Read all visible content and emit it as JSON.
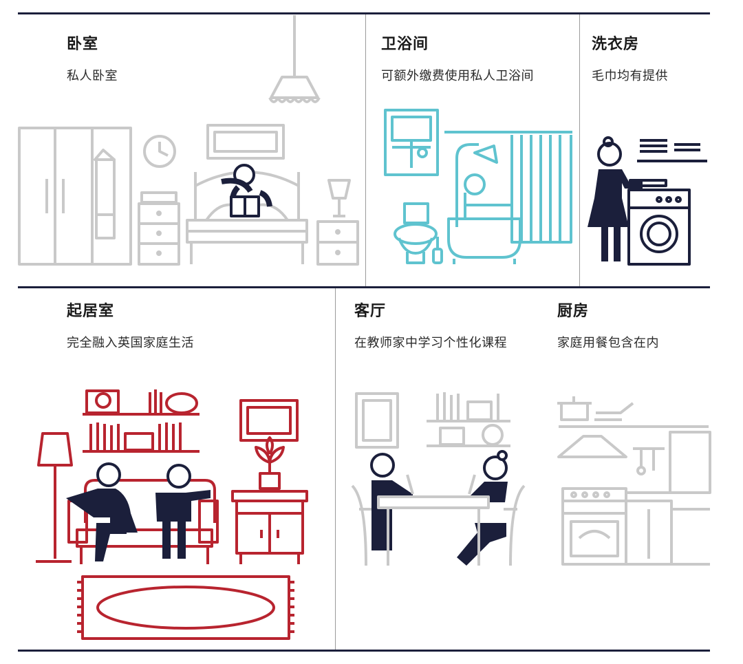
{
  "rooms": {
    "bedroom": {
      "title": "卧室",
      "desc": "私人卧室"
    },
    "bathroom": {
      "title": "卫浴间",
      "desc": "可额外缴费使用私人卫浴间"
    },
    "laundry": {
      "title": "洗衣房",
      "desc": "毛巾均有提供"
    },
    "living": {
      "title": "起居室",
      "desc": "完全融入英国家庭生活"
    },
    "lounge": {
      "title": "客厅",
      "desc": "在教师家中学习个性化课程"
    },
    "kitchen": {
      "title": "厨房",
      "desc": "家庭用餐包含在内"
    }
  },
  "colors": {
    "navy": "#1b1f3b",
    "gray": "#c9c9c9",
    "teal": "#5fc3cf",
    "red": "#b8242f"
  }
}
